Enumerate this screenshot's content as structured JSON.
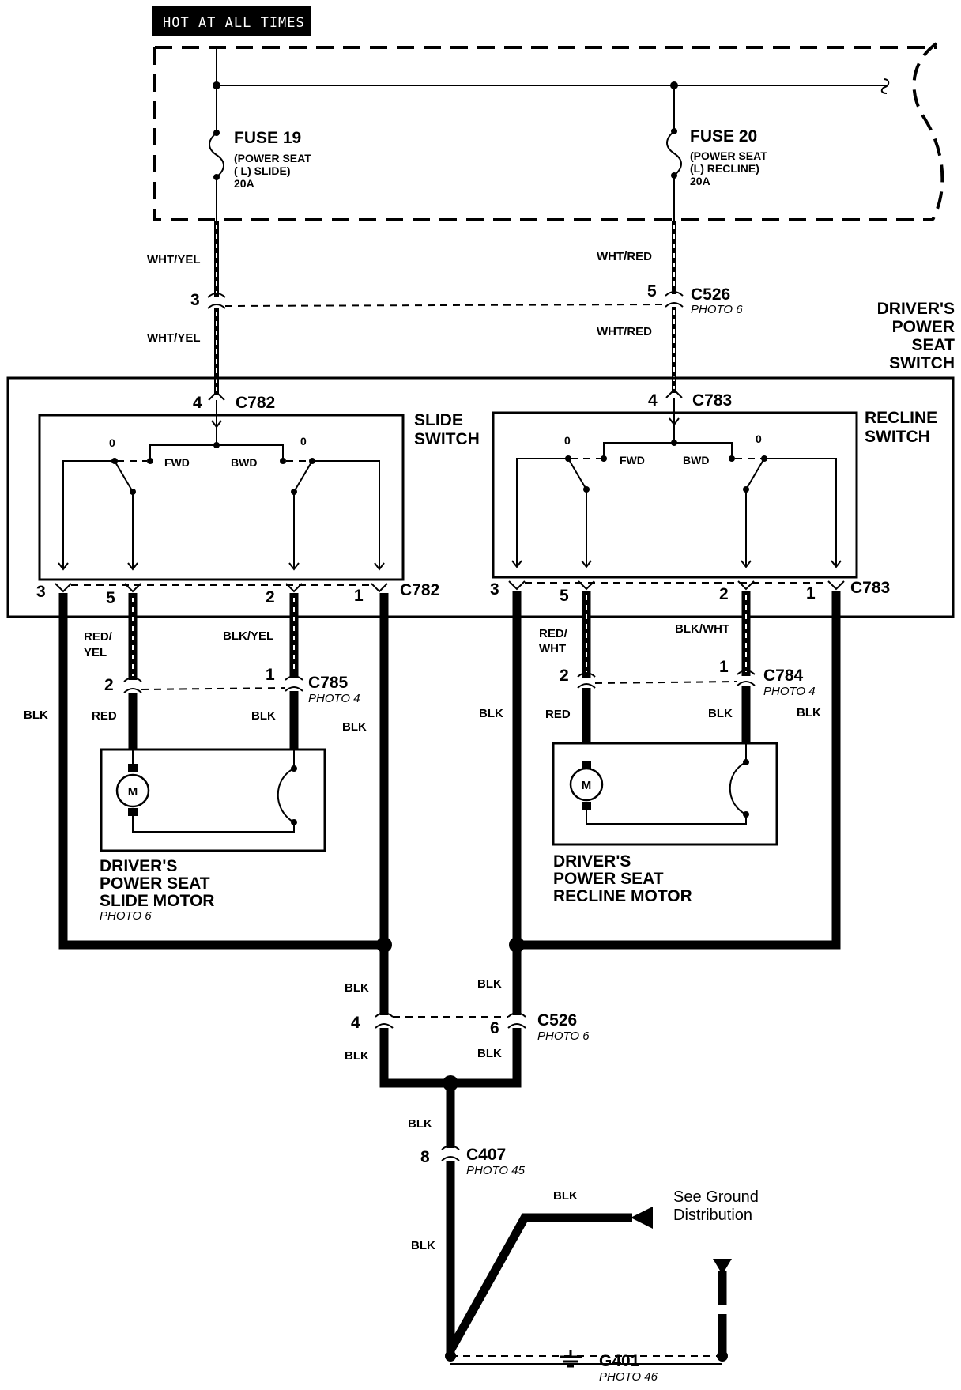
{
  "header": {
    "hot_label": "HOT AT ALL TIMES"
  },
  "fuses": [
    {
      "name": "FUSE 19",
      "desc1": "(POWER SEAT",
      "desc2": "( L) SLIDE)",
      "rating": "20A"
    },
    {
      "name": "FUSE 20",
      "desc1": "(POWER SEAT",
      "desc2": "(L) RECLINE)",
      "rating": "20A"
    }
  ],
  "wires": {
    "wht_yel": "WHT/YEL",
    "wht_red": "WHT/RED",
    "red_yel_1": "RED/",
    "red_yel_2": "YEL",
    "red_wht_1": "RED/",
    "red_wht_2": "WHT",
    "blk_yel": "BLK/YEL",
    "blk_wht": "BLK/WHT",
    "red": "RED",
    "blk": "BLK"
  },
  "connectors": {
    "c526": "C526",
    "c782": "C782",
    "c783": "C783",
    "c785": "C785",
    "c784": "C784",
    "c407": "C407",
    "g401": "G401"
  },
  "photos": {
    "p6": "PHOTO 6",
    "p4": "PHOTO 4",
    "p45": "PHOTO 45",
    "p46": "PHOTO 46"
  },
  "pins": {
    "p1": "1",
    "p2": "2",
    "p3": "3",
    "p4": "4",
    "p5": "5",
    "p6": "6",
    "p8": "8"
  },
  "switch_assembly": {
    "l1": "DRIVER'S",
    "l2": "POWER",
    "l3": "SEAT",
    "l4": "SWITCH"
  },
  "slide_switch": {
    "l1": "SLIDE",
    "l2": "SWITCH",
    "pos_off": "0",
    "fwd": "FWD",
    "bwd": "BWD"
  },
  "recline_switch": {
    "l1": "RECLINE",
    "l2": "SWITCH",
    "pos_off": "0",
    "fwd": "FWD",
    "bwd": "BWD"
  },
  "slide_motor": {
    "l1": "DRIVER'S",
    "l2": "POWER SEAT",
    "l3": "SLIDE MOTOR",
    "photo": "PHOTO 6",
    "symbol": "M"
  },
  "recline_motor": {
    "l1": "DRIVER'S",
    "l2": "POWER SEAT",
    "l3": "RECLINE MOTOR",
    "symbol": "M"
  },
  "ground_note": {
    "l1": "See Ground",
    "l2": "Distribution"
  }
}
